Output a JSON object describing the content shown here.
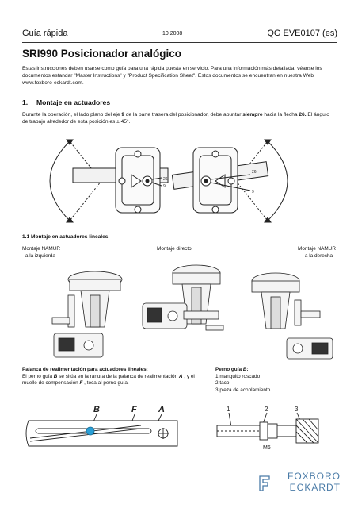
{
  "header": {
    "left": "Guía rápida",
    "date": "10.2008",
    "right": "QG EVE0107 (es)"
  },
  "title": "SRI990 Posicionador analógico",
  "intro": "Estas instrucciones deben usarse como guía para una rápida puesta en servicio. Para una información más detallada, véanse los documentos estandar \"Master Instructions\" y \"Product Specification Sheet\". Estos documentos se encuentran en nuestra Web www.foxboro-eckardt.com.",
  "section1": {
    "number": "1.",
    "title": "Montaje en actuadores",
    "text_a": "Durante la operación, el lado plano del eje ",
    "bold_a": "9",
    "text_b": " de la parte trasera del posicionador, debe apuntar ",
    "bold_b": "siempre",
    "text_c": " hacia la flecha ",
    "bold_c": "26.",
    "text_d": " El ángulo de trabajo alrededor de esta posición es ± 45°."
  },
  "figure1": {
    "callout_26": "26",
    "callout_9": "9"
  },
  "subsection": {
    "title": "1.1 Montaje en actuadores lineales"
  },
  "mounting": {
    "left_line1": "Montaje NAMUR",
    "left_line2": "- a la izquierda -",
    "center": "Montaje directo",
    "right_line1": "Montaje NAMUR",
    "right_line2": "- a la derecha -"
  },
  "feedback": {
    "title": "Palanca de realimentación para actuadores lineales:",
    "t1": "El perno guía ",
    "b1": "B",
    "t2": " se sitúa en la ranura de la palanca de realimentación ",
    "b2": "A",
    "t3": " , y el muelle de compensación ",
    "b3": "F",
    "t4": " , toca al perno guía."
  },
  "pin": {
    "title_a": "Perno guía ",
    "title_b": "B",
    "title_c": ":",
    "items": [
      "1 manguito roscado",
      "2 taco",
      "3 pieza de acoplamiento"
    ]
  },
  "lever_labels": {
    "b": "B",
    "f": "F",
    "a": "A"
  },
  "pin_labels": {
    "n1": "1",
    "n2": "2",
    "n3": "3",
    "thread": "M6"
  },
  "brand": {
    "line1": "FOXBORO",
    "line2": "ECKARDT"
  },
  "colors": {
    "pin_highlight": "#2a9fd6",
    "brand": "#4a7ba7"
  }
}
